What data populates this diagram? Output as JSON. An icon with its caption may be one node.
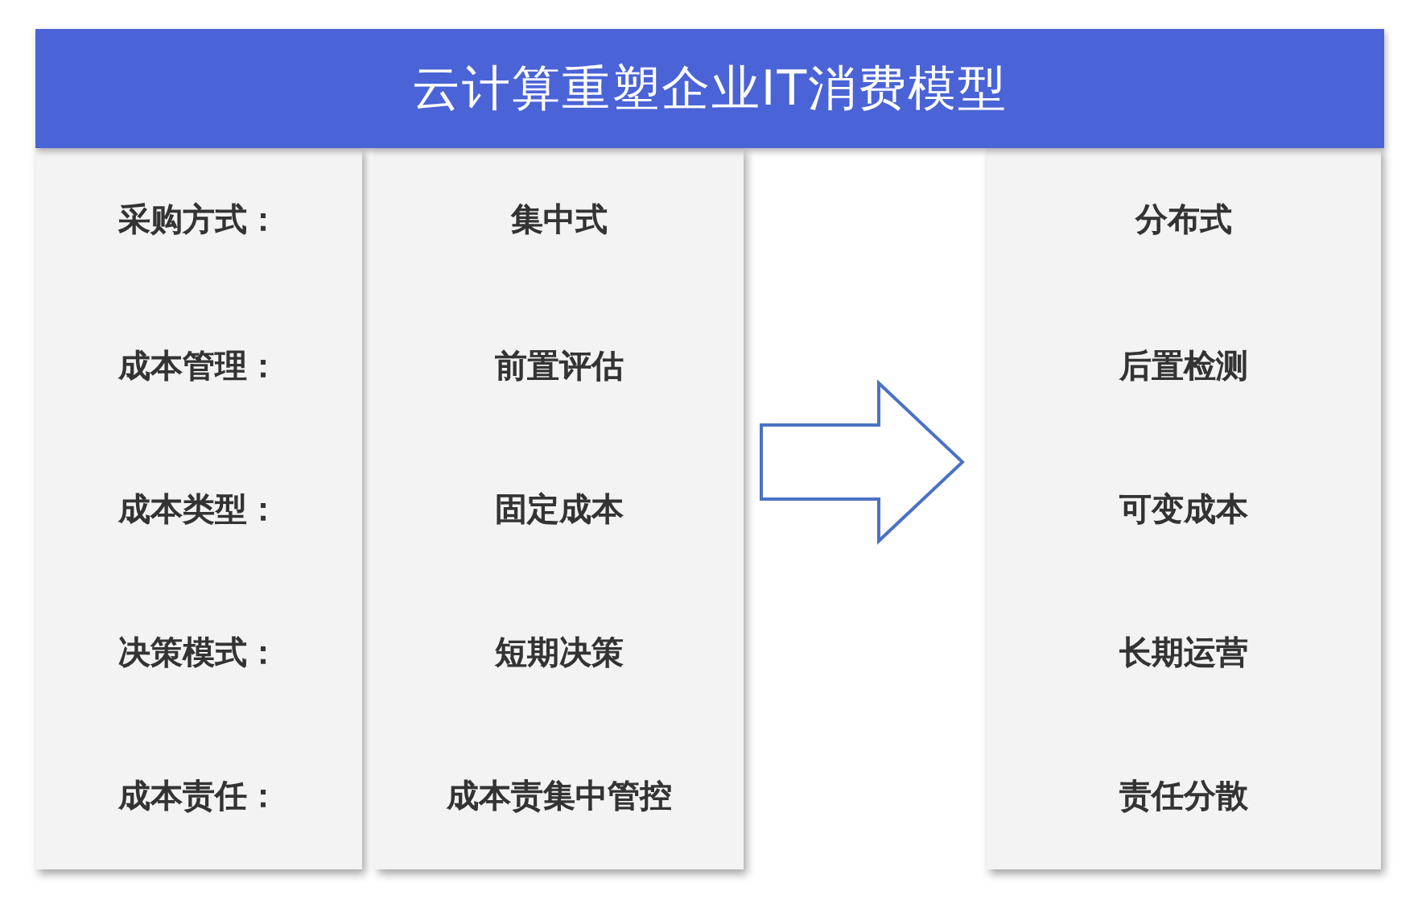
{
  "diagram": {
    "title": "云计算重塑企业IT消费模型",
    "nodes": [
      {
        "text": [
          "采购方式：",
          "成本管理：",
          "成本类型：",
          "决策模式：",
          "成本责任："
        ]
      },
      {
        "text": [
          "集中式",
          "前置评估",
          "固定成本",
          "短期决策",
          "成本责集中管控"
        ]
      },
      {
        "text": [
          "分布式",
          "后置检测",
          "可变成本",
          "长期运营",
          "责任分散"
        ]
      }
    ],
    "edges": [
      {
        "from": 1,
        "to": 2,
        "arrow": "to"
      }
    ]
  }
}
